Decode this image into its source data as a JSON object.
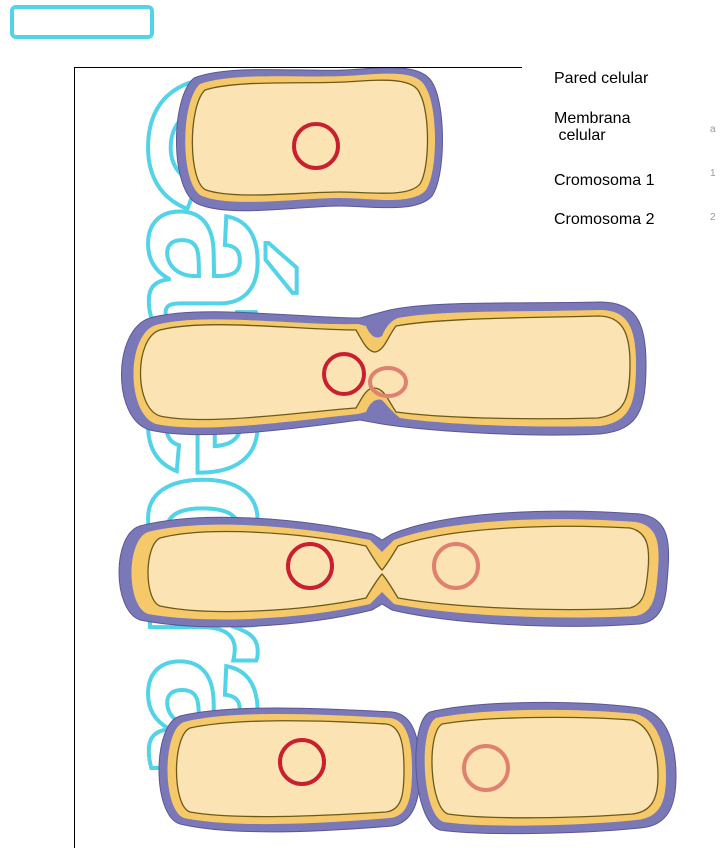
{
  "watermark": {
    "text": "Cátedra",
    "color": "#52d3e8"
  },
  "legend": {
    "items": [
      {
        "label": "Pared celular",
        "mark": ""
      },
      {
        "label": "Membrana\n celular",
        "mark": "a"
      },
      {
        "label": "Cromosoma 1",
        "mark": "1"
      },
      {
        "label": "Cromosoma 2",
        "mark": "2"
      }
    ]
  },
  "colors": {
    "cell_wall": "#7b78b8",
    "cell_wall_dark": "#5b5796",
    "membrane_layer": "#f5c96a",
    "cytoplasm": "#fbe3b3",
    "membrane_line": "#6b5a1a",
    "chromosome_1": "#c8202e",
    "chromosome_2": "#e08070"
  },
  "stages": [
    {
      "name": "cell-before-division",
      "cells": 1
    },
    {
      "name": "chromosome-replication",
      "cells": 1
    },
    {
      "name": "chromosome-segregation",
      "cells": 2
    },
    {
      "name": "daughter-cells",
      "cells": 2
    }
  ]
}
